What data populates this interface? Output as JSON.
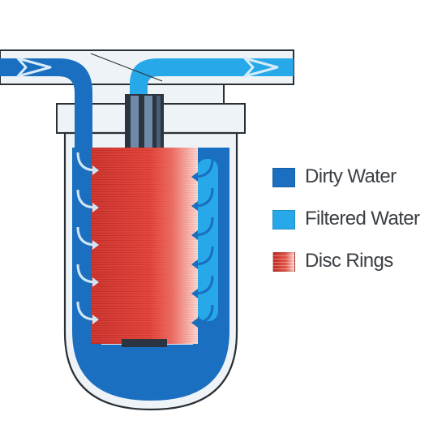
{
  "colors": {
    "dirty_water": "#1a6fc0",
    "filtered_water": "#27a8e8",
    "disc_red": "#d8332c",
    "disc_line": "#f07670",
    "housing_fill": "#eef3f7",
    "housing_stroke": "#2a2f34",
    "core": "#2b3440"
  },
  "legend": [
    {
      "label": "Dirty Water",
      "swatch": "dirty_water"
    },
    {
      "label": "Filtered Water",
      "swatch": "filtered_water"
    },
    {
      "label": "Disc Rings",
      "swatch": "disc_rings"
    }
  ],
  "flow": {
    "inlet_arrow": "arrow-right-outline-icon",
    "outlet_arrow": "arrow-right-outline-icon",
    "left_flow_arrows": 5,
    "right_flow_arrows": 6
  }
}
